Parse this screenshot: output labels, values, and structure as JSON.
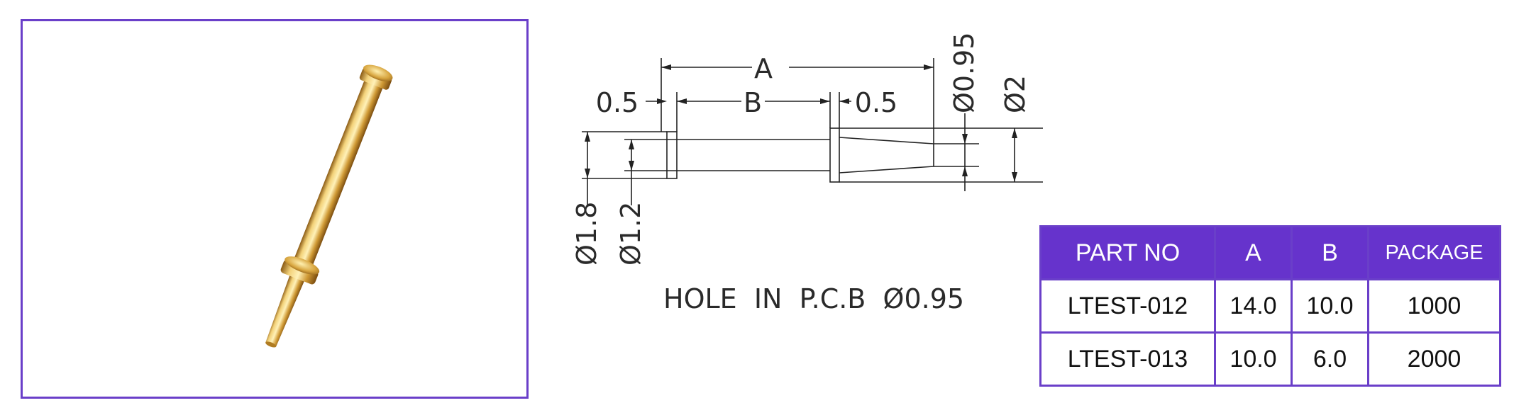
{
  "photo": {
    "subject": "gold-pin"
  },
  "drawing": {
    "dim_a": "A",
    "dim_b": "B",
    "dim_left_flange": "0.5",
    "dim_right_flange": "0.5",
    "dim_tip_dia": "Ø0.95",
    "dim_outer_dia": "Ø2",
    "dim_flange_dia": "Ø1.8",
    "dim_body_dia": "Ø1.2",
    "note": "HOLE  IN  P.C.B  Ø0.95"
  },
  "table": {
    "headers": [
      "PART NO",
      "A",
      "B",
      "PACKAGE"
    ],
    "rows": [
      [
        "LTEST-012",
        "14.0",
        "10.0",
        "1000"
      ],
      [
        "LTEST-013",
        "10.0",
        "6.0",
        "2000"
      ]
    ]
  },
  "colors": {
    "accent": "#6633cc",
    "border": "#6a3fc9",
    "gold": "#d4a73c"
  }
}
